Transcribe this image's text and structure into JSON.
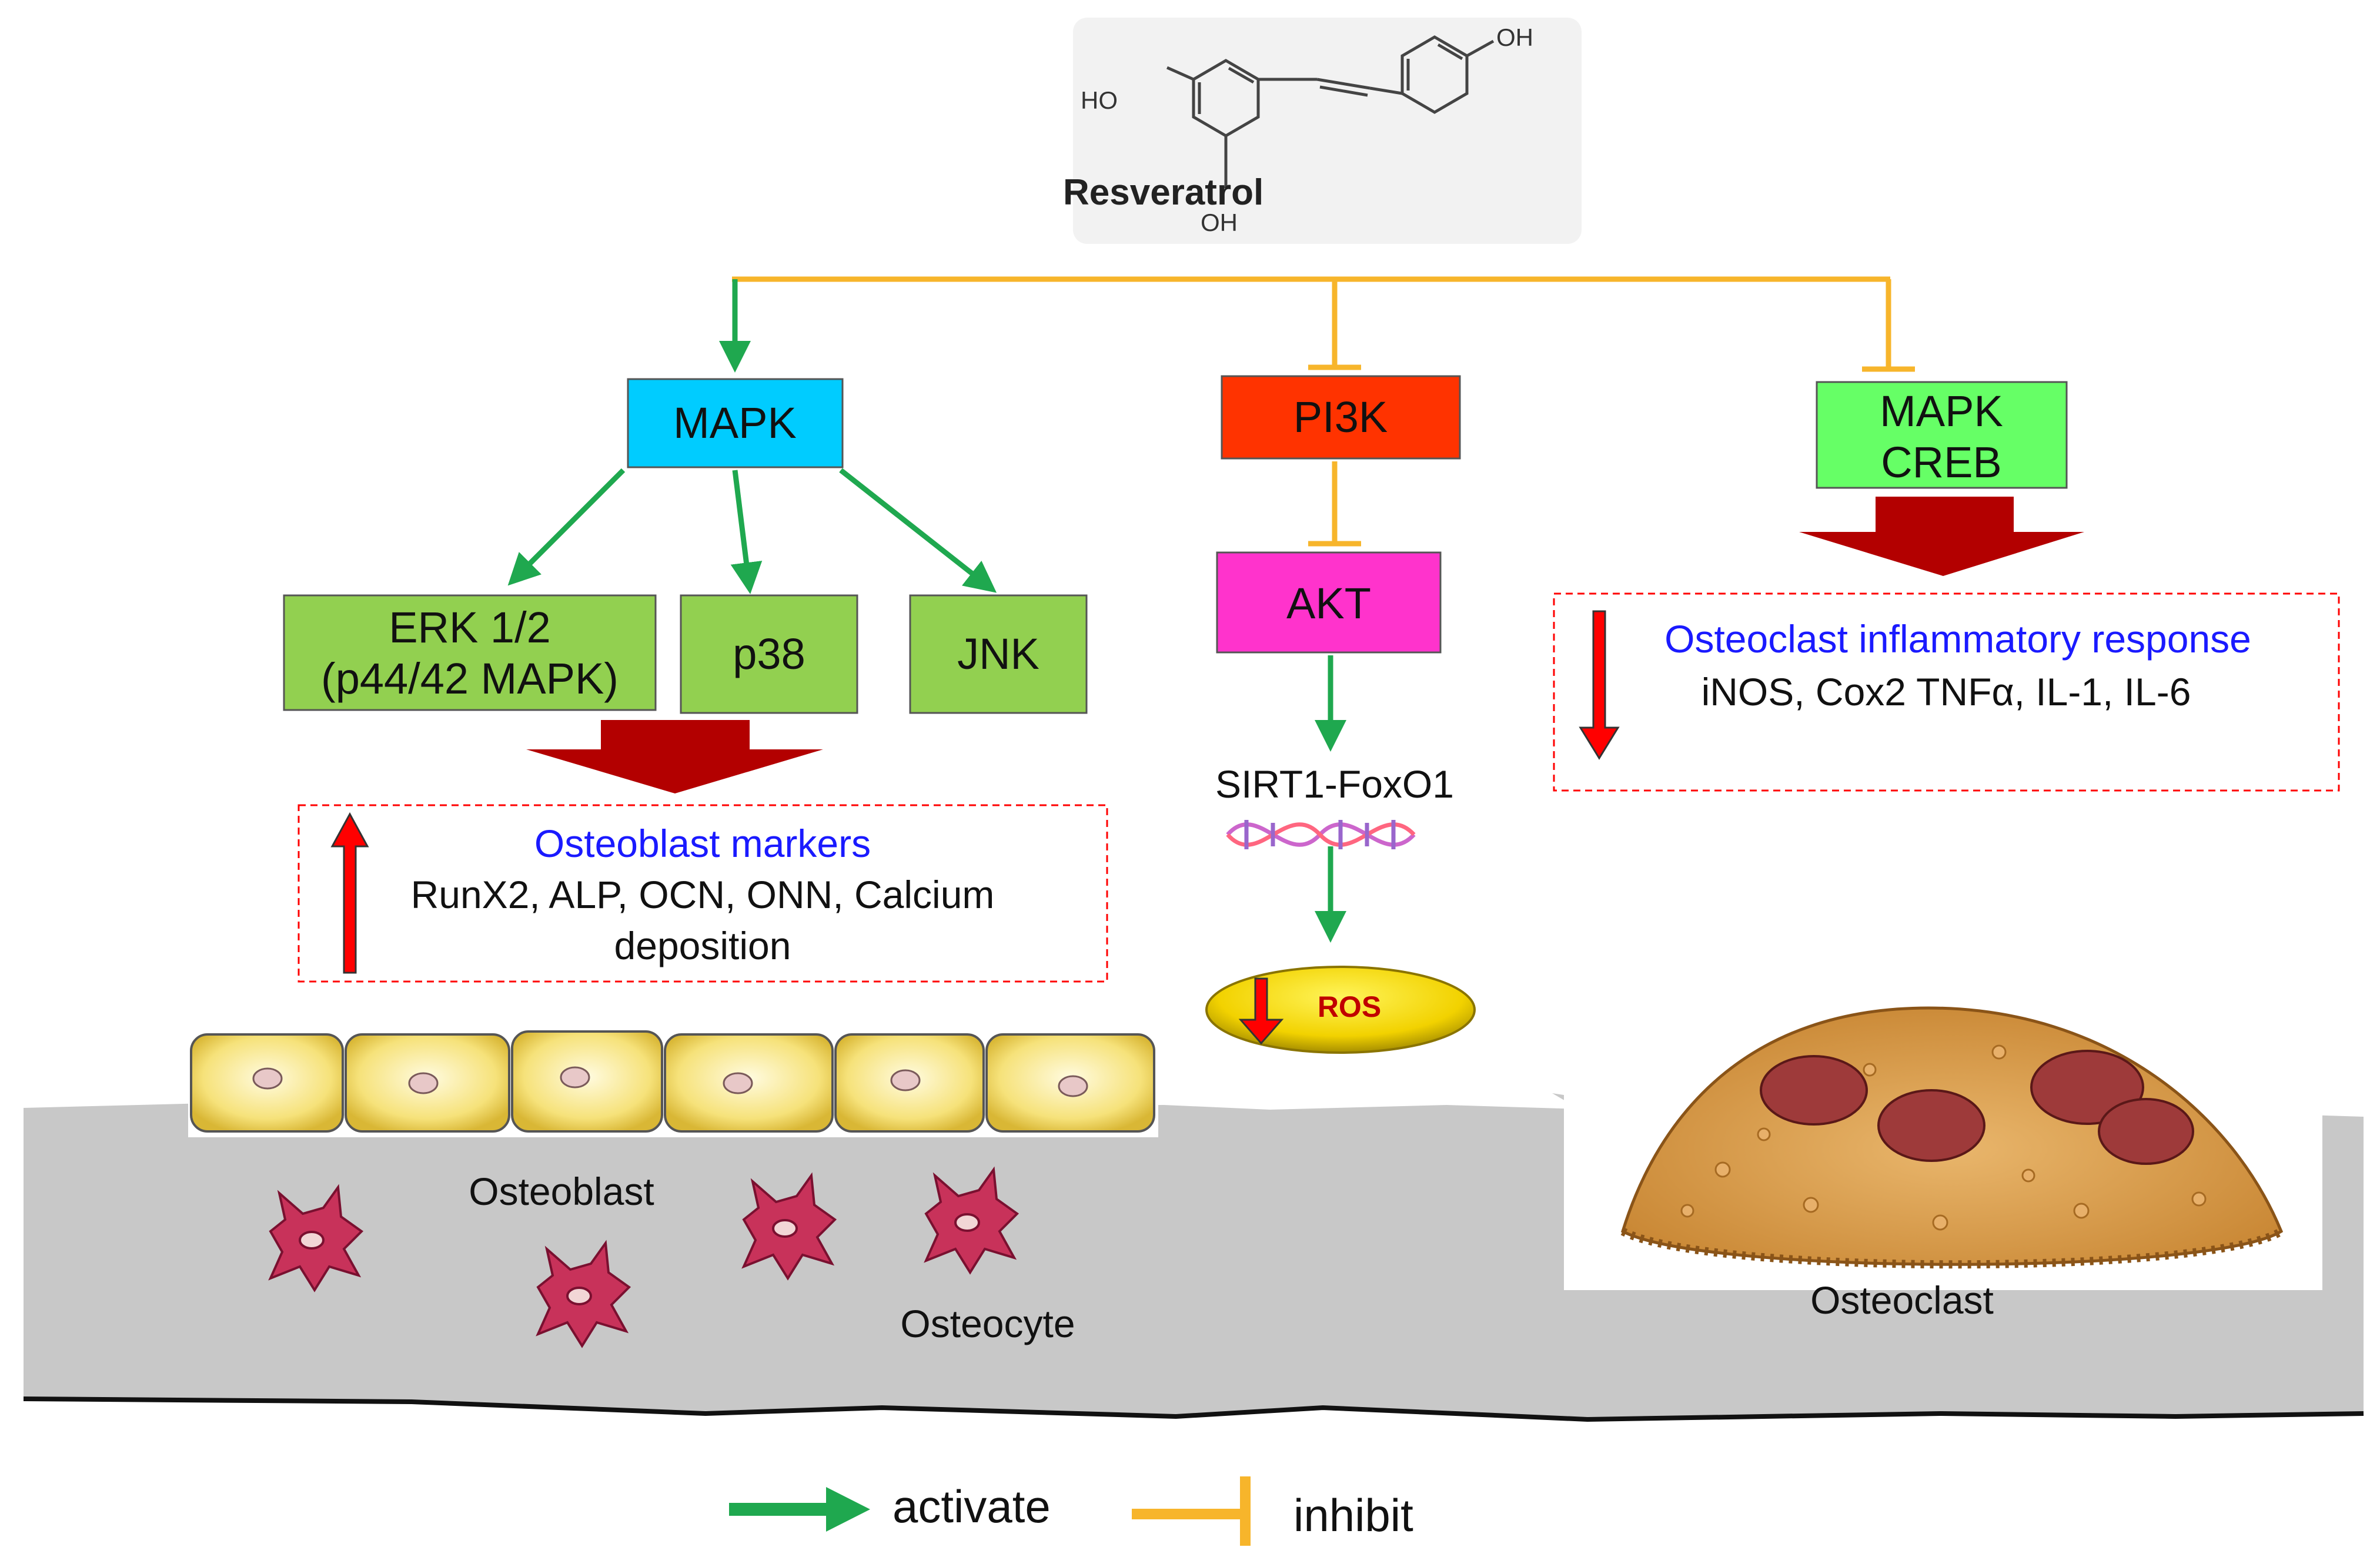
{
  "molecule": {
    "name": "Resveratrol",
    "oh_top_right": "OH",
    "oh_left": "HO",
    "oh_bottom": "OH"
  },
  "pathways": {
    "mapk_activation": {
      "root": "MAPK",
      "branches": [
        "ERK 1/2",
        "(p44/42 MAPK)",
        "p38",
        "JNK"
      ]
    },
    "pi3k_inhibition": {
      "root": "PI3K",
      "downstream": "AKT",
      "target": "SIRT1-FoxO1",
      "outcome": "ROS"
    },
    "mapk_creb_inhibition": {
      "root_line1": "MAPK",
      "root_line2": "CREB"
    }
  },
  "effects": {
    "osteoblast": {
      "title": "Osteoblast markers",
      "line1": "RunX2, ALP, OCN, ONN, Calcium",
      "line2": "deposition",
      "direction": "up"
    },
    "osteoclast": {
      "title": "Osteoclast  inflammatory response",
      "line1": "iNOS, Cox2 TNFα, IL-1, IL-6",
      "direction": "down"
    }
  },
  "cells": {
    "osteoblast": "Osteoblast",
    "osteocyte": "Osteocyte",
    "osteoclast": "Osteoclast"
  },
  "legend": {
    "activate": "activate",
    "inhibit": "inhibit"
  },
  "colors": {
    "activate": "#1fa84f",
    "inhibit": "#f7b52b",
    "mapk": "#00ccff",
    "pi3k": "#ff3300",
    "akt": "#ff33cc",
    "green_box": "#92d050",
    "creb_box": "#66ff66",
    "down_arrow": "#b30000",
    "bone": "#c8c8c8"
  }
}
